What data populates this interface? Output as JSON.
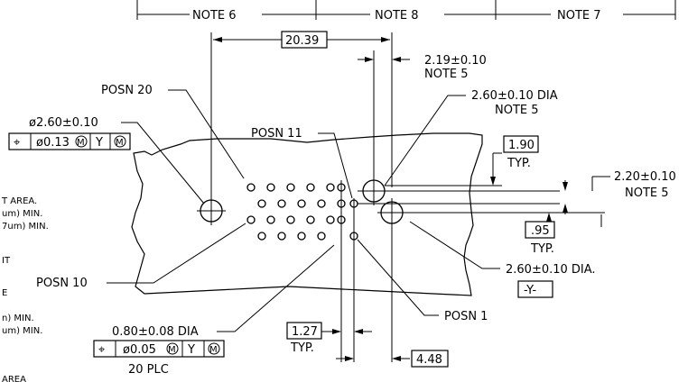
{
  "top_notes": {
    "note6": "NOTE 6",
    "note8": "NOTE 8",
    "note7": "NOTE 7"
  },
  "dims": {
    "d20_39": "20.39",
    "d2_19": "2.19±0.10",
    "d2_19_note": "NOTE 5",
    "d2_60_top": "2.60±0.10 DIA",
    "d2_60_top_note": "NOTE 5",
    "d1_90": "1.90",
    "d1_90_typ": "TYP.",
    "d2_20": "2.20±0.10",
    "d2_20_note": "NOTE 5",
    "d_95": ".95",
    "d_95_typ": "TYP.",
    "d2_60_bottom": "2.60±0.10 DIA.",
    "datum_y": "-Y-",
    "d1_27": "1.27",
    "d1_27_typ": "TYP.",
    "d4_48": "4.48",
    "d0_80": "0.80±0.08 DIA",
    "plc": "20 PLC"
  },
  "posn": {
    "p20": "POSN 20",
    "p11": "POSN 11",
    "p10": "POSN 10",
    "p1": "POSN 1"
  },
  "frames": {
    "mount_hole_dim": "ø2.60±0.10",
    "frame1_sym": "⌖",
    "frame1_tol": "ø0.13",
    "frame1_mod": "M",
    "frame1_datum": "Y",
    "frame1_dmod": "M",
    "frame2_sym": "⌖",
    "frame2_tol": "ø0.05",
    "frame2_mod": "M",
    "frame2_datum": "Y",
    "frame2_dmod": "M"
  },
  "left_partial": {
    "l1": "T  AREA.",
    "l2": "um)  MIN.",
    "l3": "7um)  MIN.",
    "l4": "IT",
    "l5": "E",
    "l6": "n)  MIN.",
    "l7": "um)  MIN.",
    "l8": "AREA"
  }
}
